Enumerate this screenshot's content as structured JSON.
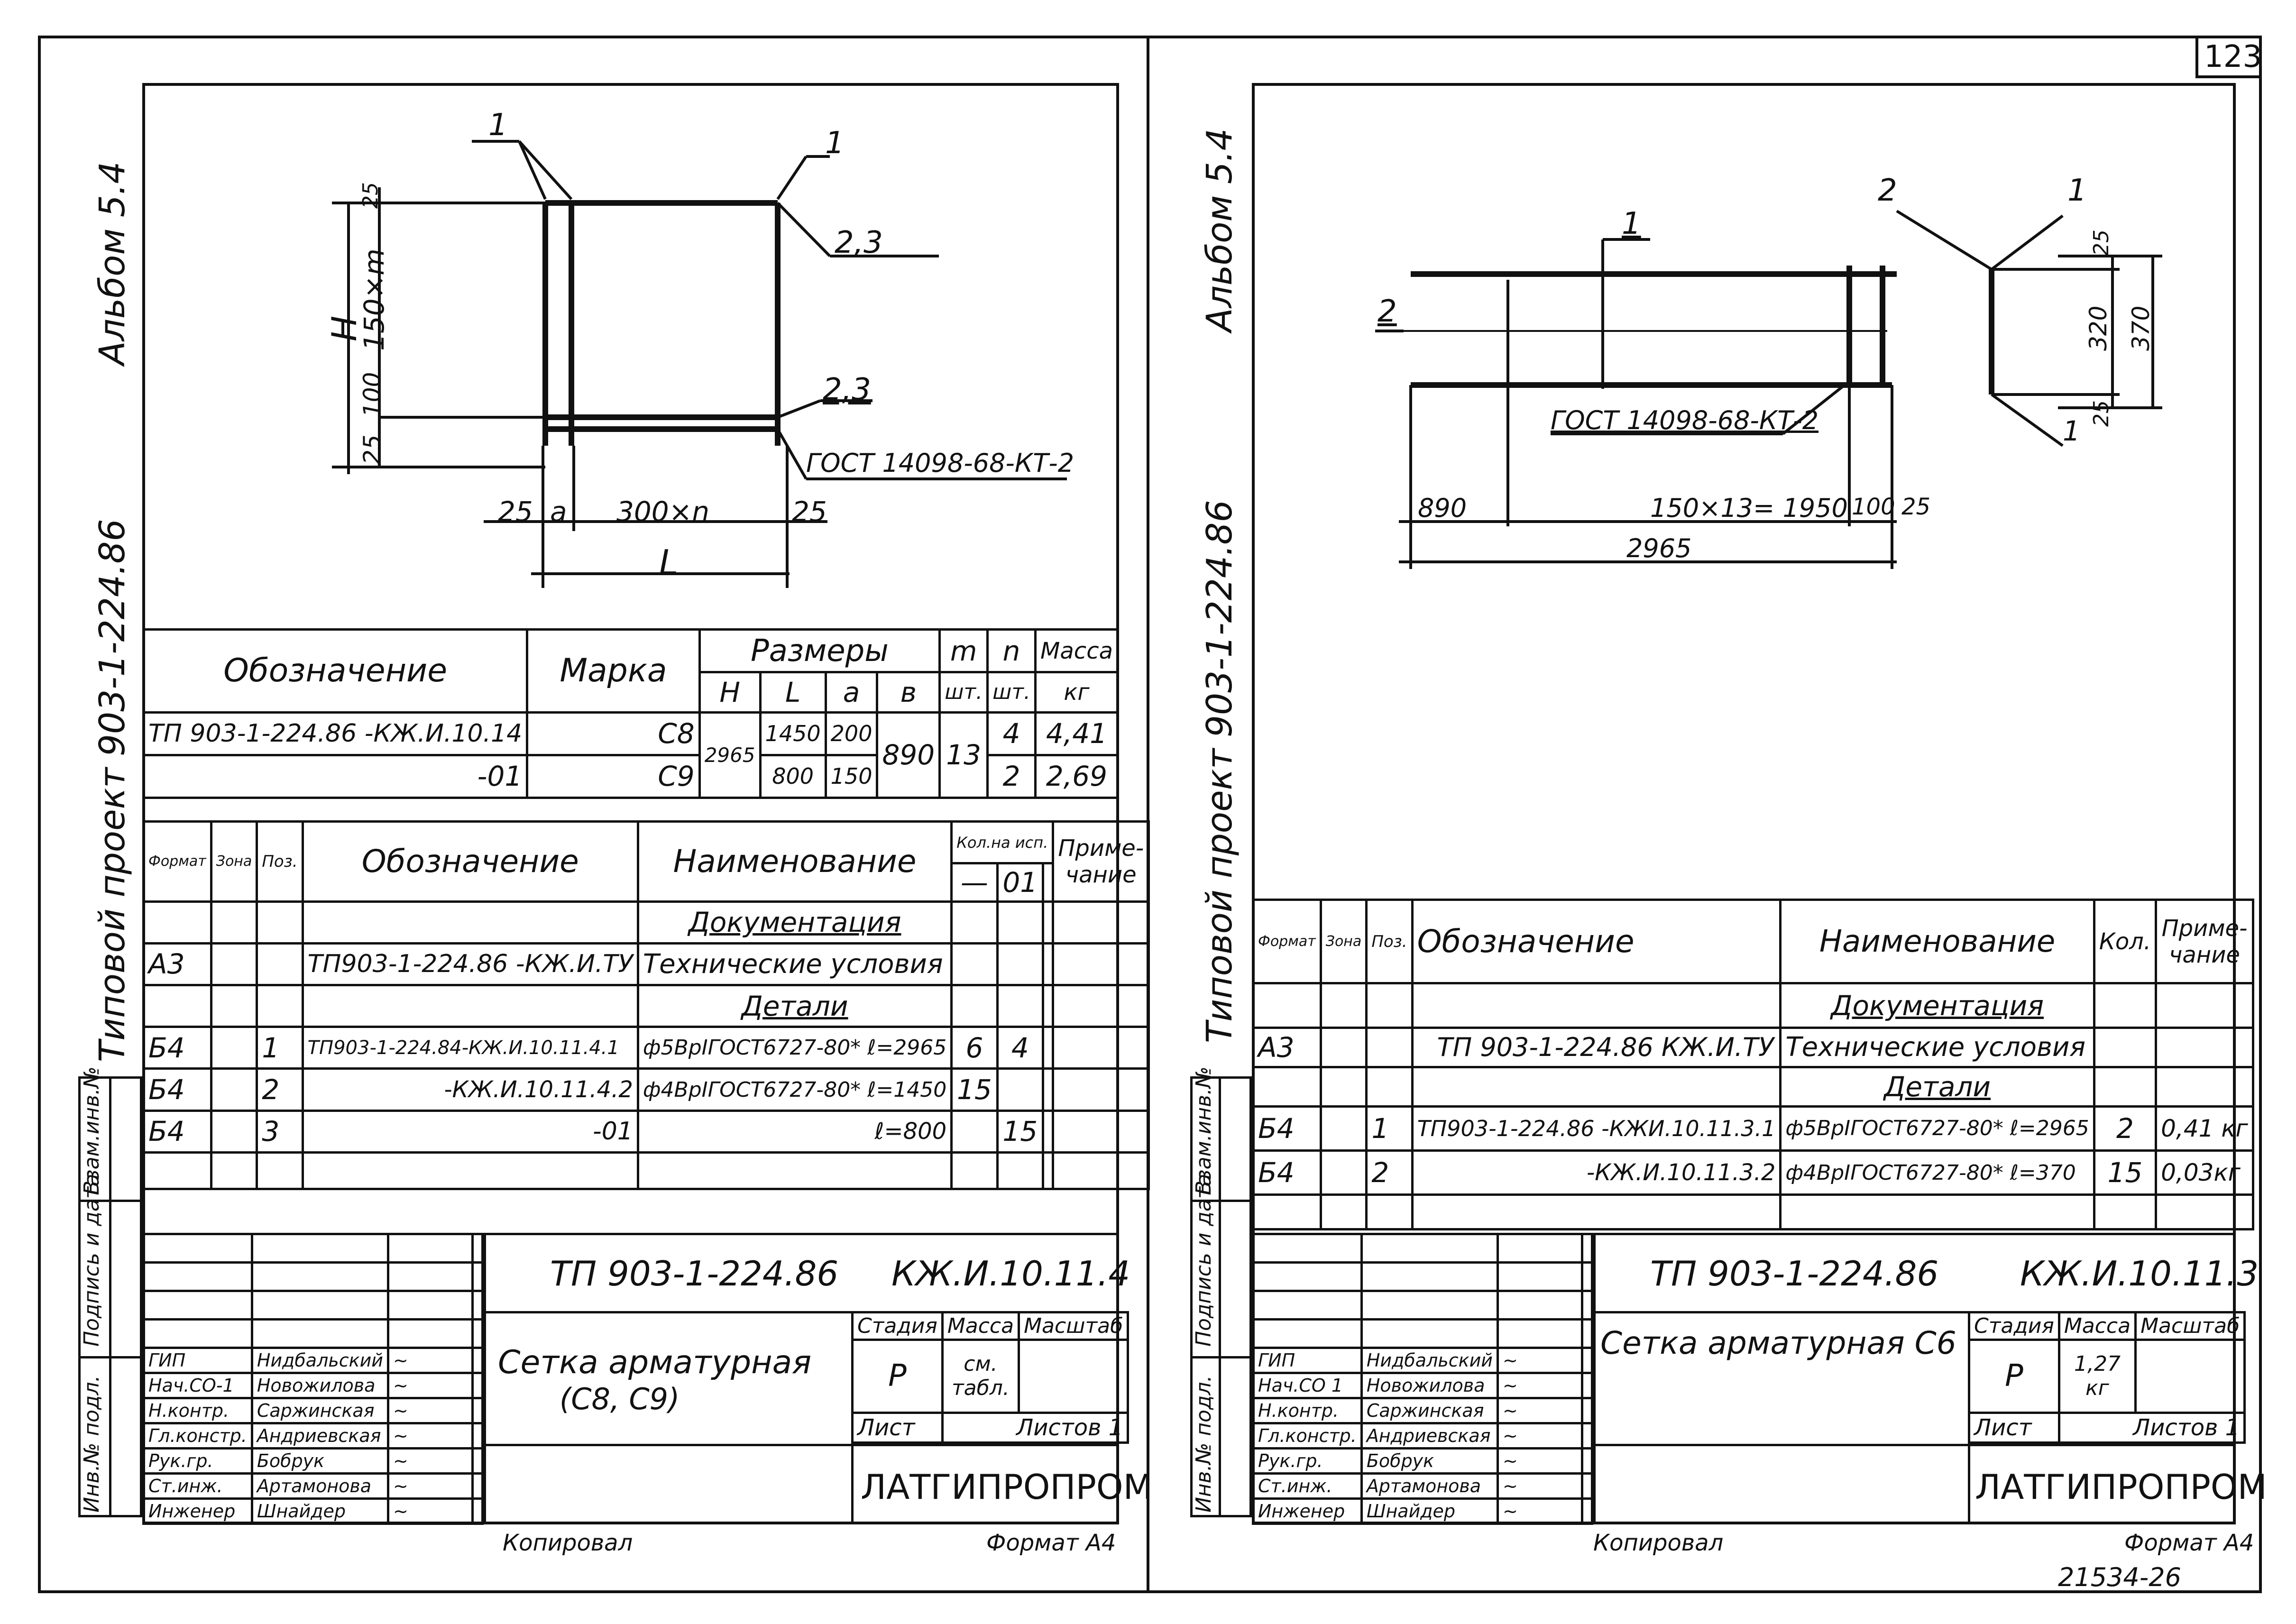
{
  "page_number": "123",
  "stamp_number": "21534-26",
  "left": {
    "album": "Альбом 5.4",
    "project": "Типовой проект 903-1-224.86",
    "side_labels": [
      "Инв.№ подл.",
      "Подпись и дата",
      "Взам.инв.№"
    ],
    "drawing": {
      "pos1a": "1",
      "pos1b": "1",
      "pos23a": "2,3",
      "pos23b": "2,3",
      "gost": "ГОСТ 14098-68-КТ-2",
      "H": "H",
      "dim_150m": "150×m",
      "dim_100": "100",
      "dim_25v": "25",
      "dim_top": "25",
      "dim_25a": "25",
      "dim_a": "a",
      "dim_300n": "300×n",
      "dim_25b": "25",
      "L": "L"
    },
    "spec_table": {
      "h_designation": "Обозначение",
      "h_mark": "Марка",
      "h_sizes": "Размеры",
      "h_H": "H",
      "h_L": "L",
      "h_a": "a",
      "h_b": "в",
      "h_m": "m",
      "h_m2": "шт.",
      "h_n": "n",
      "h_n2": "шт.",
      "h_mass": "Масса",
      "h_mass2": "кг",
      "rows": [
        {
          "designation": "ТП 903-1-224.86 -КЖ.И.10.14",
          "mark": "С8",
          "L": "1450",
          "a": "200",
          "n": "4",
          "mass": "4,41"
        },
        {
          "designation": "-01",
          "mark": "С9",
          "L": "800",
          "a": "150",
          "n": "2",
          "mass": "2,69"
        }
      ],
      "H": "2965",
      "b": "890",
      "m": "13"
    },
    "bom": {
      "h_format": "Формат",
      "h_zone": "Зона",
      "h_pos": "Поз.",
      "h_designation": "Обозначение",
      "h_name": "Наименование",
      "h_qty": "Кол.на исп.",
      "h_note": "Приме-чание",
      "h_qty1": "—",
      "h_qty2": "01",
      "sec_doc": "Документация",
      "sec_parts": "Детали",
      "rows": [
        {
          "format": "А3",
          "pos": "",
          "designation": "ТП903-1-224.86 -КЖ.И.ТУ",
          "name": "Технические условия",
          "q1": "",
          "q2": ""
        },
        {
          "format": "Б4",
          "pos": "1",
          "designation": "ТП903-1-224.84-КЖ.И.10.11.4.1",
          "name": "ф5ВрIГОСТ6727-80* ℓ=2965",
          "q1": "6",
          "q2": "4"
        },
        {
          "format": "Б4",
          "pos": "2",
          "designation": "-КЖ.И.10.11.4.2",
          "name": "ф4ВрIГОСТ6727-80* ℓ=1450",
          "q1": "15",
          "q2": ""
        },
        {
          "format": "Б4",
          "pos": "3",
          "designation": "-01",
          "name": "ℓ=800",
          "q1": "",
          "q2": "15"
        }
      ]
    },
    "title_block": {
      "project": "ТП 903-1-224.86",
      "code": "КЖ.И.10.11.4",
      "title": "Сетка арматурная",
      "subtitle": "(С8, С9)",
      "stage_h": "Стадия",
      "mass_h": "Масса",
      "scale_h": "Масштаб",
      "stage": "Р",
      "mass": "см. табл.",
      "sheet_h": "Лист",
      "sheets_h": "Листов 1",
      "org": "ЛАТГИПРОПРОМ",
      "roles": [
        "ГИП",
        "Нач.СО-1",
        "Н.контр.",
        "Гл.констр.",
        "Рук.гр.",
        "Ст.инж.",
        "Инженер"
      ],
      "names": [
        "Нидбальский",
        "Новожилова",
        "Саржинская",
        "Андриевская",
        "Бобрук",
        "Артамонова",
        "Шнайдер"
      ]
    },
    "copied": "Копировал",
    "format": "Формат А4"
  },
  "right": {
    "album": "Альбом 5.4",
    "project": "Типовой проект 903-1-224.86",
    "side_labels": [
      "Инв.№ подл.",
      "Подпись и дата",
      "Взам.инв.№"
    ],
    "drawing": {
      "pos1": "1",
      "pos2": "2",
      "pos1r": "1",
      "pos2r": "2",
      "pos1rb": "1",
      "gost": "ГОСТ 14098-68-КТ-2",
      "dim_890": "890",
      "dim_150x13": "150×13= 1950",
      "dim_100": "100",
      "dim_25": "25",
      "dim_2965": "2965",
      "dim_25a": "25",
      "dim_320": "320",
      "dim_25b": "25",
      "dim_370": "370"
    },
    "bom": {
      "h_format": "Формат",
      "h_zone": "Зона",
      "h_pos": "Поз.",
      "h_designation": "Обозначение",
      "h_name": "Наименование",
      "h_qty": "Кол.",
      "h_note": "Приме-чание",
      "sec_doc": "Документация",
      "sec_parts": "Детали",
      "rows": [
        {
          "format": "А3",
          "pos": "",
          "designation": "ТП 903-1-224.86   КЖ.И.ТУ",
          "name": "Технические условия",
          "qty": "",
          "note": ""
        },
        {
          "format": "Б4",
          "pos": "1",
          "designation": "ТП903-1-224.86 -КЖИ.10.11.3.1",
          "name": "ф5ВрIГОСТ6727-80* ℓ=2965",
          "qty": "2",
          "note": "0,41 кг"
        },
        {
          "format": "Б4",
          "pos": "2",
          "designation": "-КЖ.И.10.11.3.2",
          "name": "ф4ВрIГОСТ6727-80* ℓ=370",
          "qty": "15",
          "note": "0,03кг"
        }
      ]
    },
    "title_block": {
      "project": "ТП 903-1-224.86",
      "code": "КЖ.И.10.11.3",
      "title": "Сетка арматурная С6",
      "stage_h": "Стадия",
      "mass_h": "Масса",
      "scale_h": "Масштаб",
      "stage": "Р",
      "mass": "1,27 кг",
      "sheet_h": "Лист",
      "sheets_h": "Листов 1",
      "org": "ЛАТГИПРОПРОМ",
      "roles": [
        "ГИП",
        "Нач.СО 1",
        "Н.контр.",
        "Гл.констр.",
        "Рук.гр.",
        "Ст.инж.",
        "Инженер"
      ],
      "names": [
        "Нидбальский",
        "Новожилова",
        "Саржинская",
        "Андриевская",
        "Бобрук",
        "Артамонова",
        "Шнайдер"
      ]
    },
    "copied": "Копировал",
    "format": "Формат А4"
  }
}
